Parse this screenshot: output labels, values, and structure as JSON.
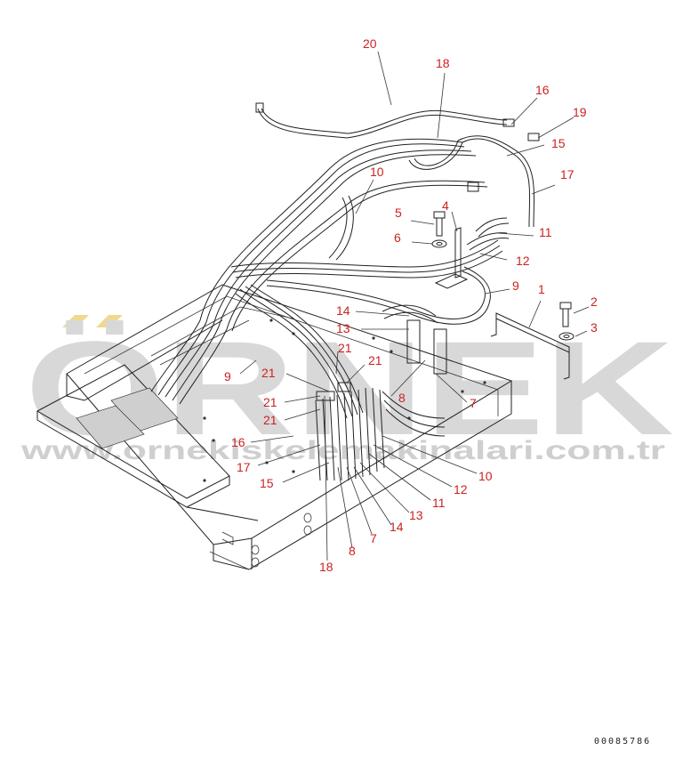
{
  "diagram": {
    "drawing_code": "00085786",
    "watermark": {
      "brand": "ÖRNEK",
      "url": "www.ornekiskelemakinalari.com.tr",
      "accent_color": "#f0d890",
      "text_color": "#d8d8d8"
    },
    "callout_color": "#cc2222",
    "callouts": [
      {
        "id": "c20",
        "label": "20"
      },
      {
        "id": "c18a",
        "label": "18"
      },
      {
        "id": "c16a",
        "label": "16"
      },
      {
        "id": "c19",
        "label": "19"
      },
      {
        "id": "c15a",
        "label": "15"
      },
      {
        "id": "c17a",
        "label": "17"
      },
      {
        "id": "c10a",
        "label": "10"
      },
      {
        "id": "c5",
        "label": "5"
      },
      {
        "id": "c4",
        "label": "4"
      },
      {
        "id": "c6",
        "label": "6"
      },
      {
        "id": "c11a",
        "label": "11"
      },
      {
        "id": "c12a",
        "label": "12"
      },
      {
        "id": "c9a",
        "label": "9"
      },
      {
        "id": "c1",
        "label": "1"
      },
      {
        "id": "c2",
        "label": "2"
      },
      {
        "id": "c3",
        "label": "3"
      },
      {
        "id": "c14a",
        "label": "14"
      },
      {
        "id": "c13a",
        "label": "13"
      },
      {
        "id": "c21a",
        "label": "21"
      },
      {
        "id": "c21b",
        "label": "21"
      },
      {
        "id": "c9b",
        "label": "9"
      },
      {
        "id": "c21c",
        "label": "21"
      },
      {
        "id": "c8a",
        "label": "8"
      },
      {
        "id": "c7a",
        "label": "7"
      },
      {
        "id": "c21d",
        "label": "21"
      },
      {
        "id": "c21e",
        "label": "21"
      },
      {
        "id": "c16b",
        "label": "16"
      },
      {
        "id": "c17b",
        "label": "17"
      },
      {
        "id": "c15b",
        "label": "15"
      },
      {
        "id": "c10b",
        "label": "10"
      },
      {
        "id": "c12b",
        "label": "12"
      },
      {
        "id": "c11b",
        "label": "11"
      },
      {
        "id": "c13b",
        "label": "13"
      },
      {
        "id": "c14b",
        "label": "14"
      },
      {
        "id": "c7b",
        "label": "7"
      },
      {
        "id": "c8b",
        "label": "8"
      },
      {
        "id": "c18b",
        "label": "18"
      }
    ]
  }
}
